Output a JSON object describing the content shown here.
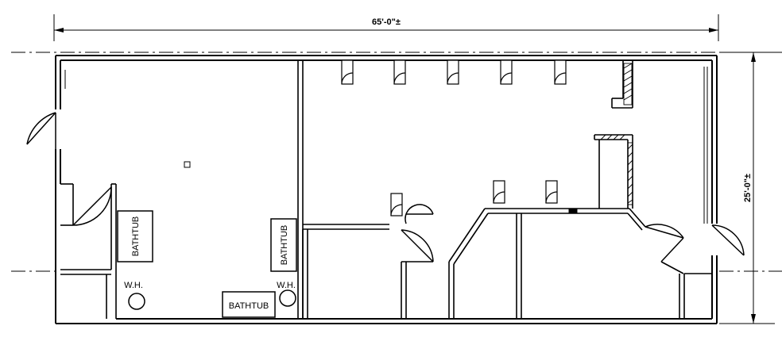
{
  "dimensions": {
    "width_label": "65'-0\"±",
    "depth_label": "25'-0\"±"
  },
  "fixtures": {
    "bathtub_left": "BATHTUB",
    "bathtub_center": "BATHTUB",
    "bathtub_bottom": "BATHTUB",
    "water_heater_left": "W.H.",
    "water_heater_right": "W.H."
  }
}
